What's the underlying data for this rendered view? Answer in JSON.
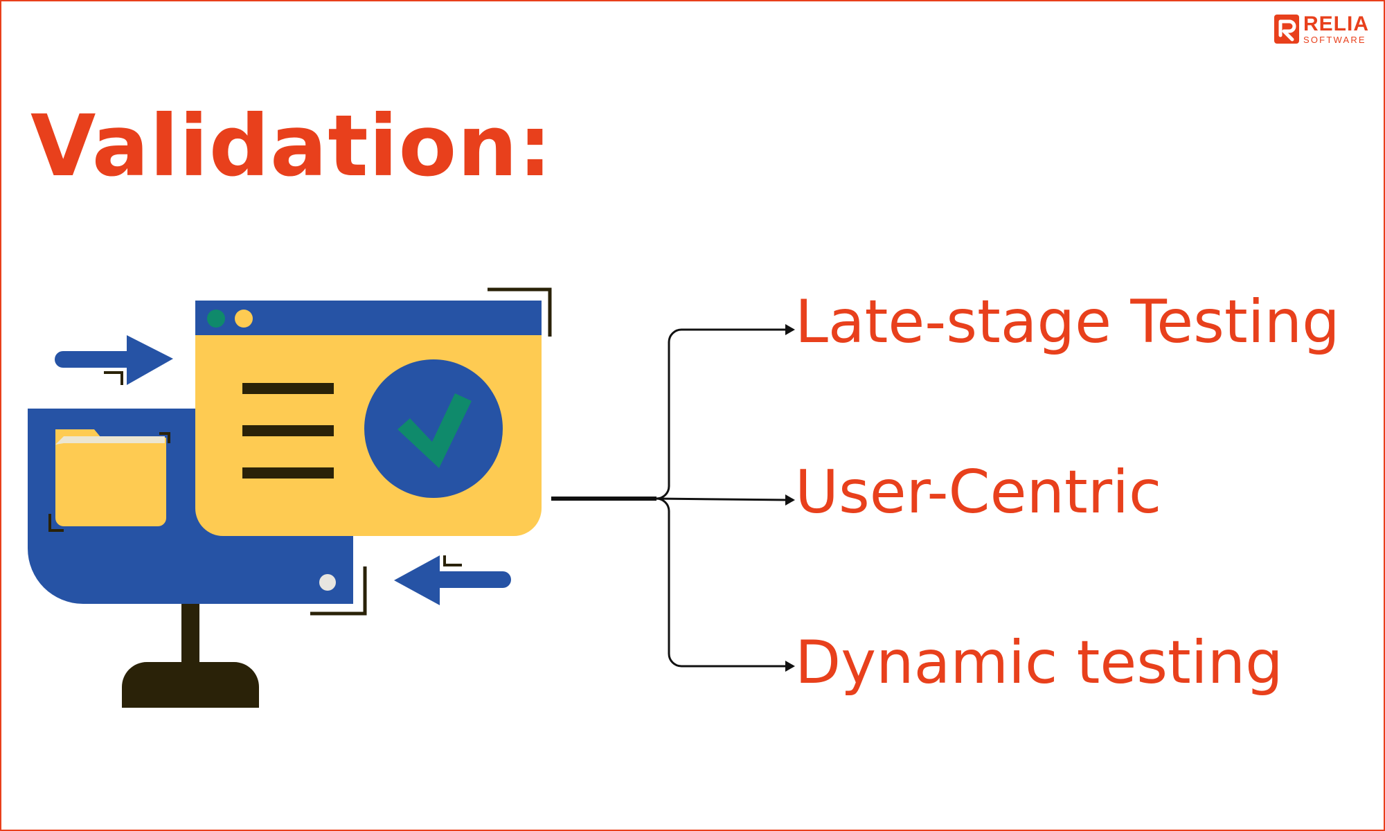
{
  "title": "Validation:",
  "logo": {
    "brand": "RELIA",
    "sub": "SOFTWARE"
  },
  "branches": [
    {
      "label": "Late-stage Testing"
    },
    {
      "label": "User-Centric"
    },
    {
      "label": "Dynamic testing"
    }
  ],
  "colors": {
    "accent": "#e8401c",
    "blue": "#2653a5",
    "yellow": "#fecb52",
    "green": "#0f8a6b",
    "dark": "#2a2208"
  },
  "icons": [
    "computer-monitor-illustration",
    "folder-icon",
    "checkmark-icon",
    "arrow-right-icon",
    "arrow-left-icon"
  ]
}
